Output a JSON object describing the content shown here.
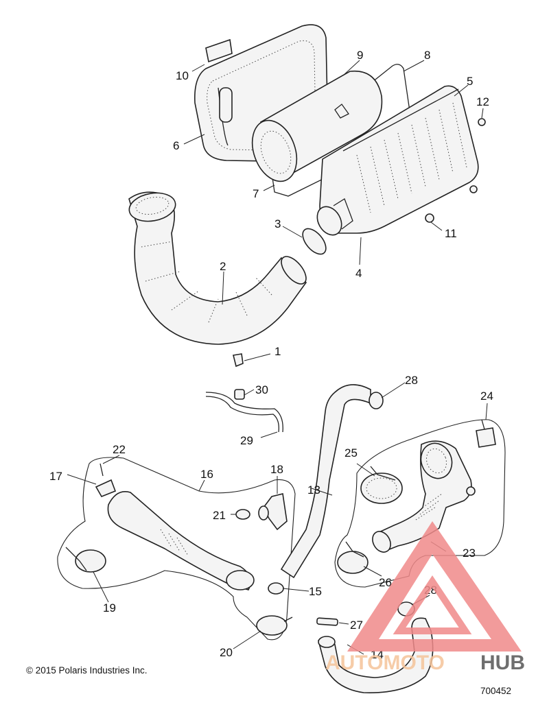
{
  "diagram": {
    "callouts": [
      "1",
      "2",
      "3",
      "4",
      "5",
      "6",
      "7",
      "8",
      "9",
      "10",
      "11",
      "12",
      "13",
      "14",
      "15",
      "16",
      "17",
      "18",
      "19",
      "20",
      "21",
      "22",
      "23",
      "24",
      "25",
      "26",
      "27",
      "28",
      "28",
      "29",
      "30"
    ],
    "copyright": "© 2015 Polaris Industries Inc.",
    "figure_number": "700452"
  },
  "watermark": {
    "brand_left": "AUTOMOTO",
    "brand_right": "HUB",
    "color_primary": "#f08a8a",
    "color_secondary": "#f5c49a",
    "color_dark": "#555555"
  }
}
